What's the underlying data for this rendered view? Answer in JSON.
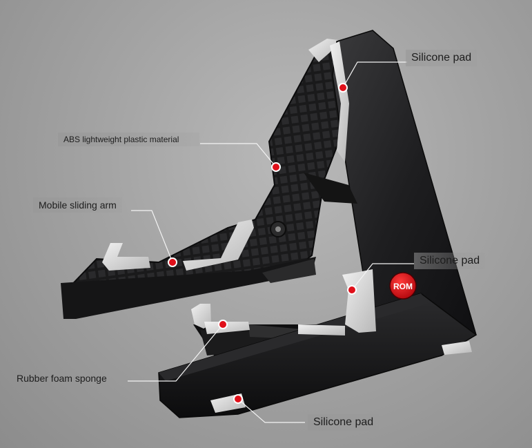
{
  "image": {
    "subject": "folding guitar stand",
    "colors": {
      "background": "#a6a6a6",
      "stand_body": "#1c1c1e",
      "pad": "#d9d9d9",
      "marker": "#e0101a",
      "leader": "#f4f4f4"
    }
  },
  "callouts": [
    {
      "id": "silicone-pad-top",
      "text": "Silicone pad"
    },
    {
      "id": "abs-material",
      "text": "ABS lightweight plastic material"
    },
    {
      "id": "sliding-arm",
      "text": "Mobile sliding arm"
    },
    {
      "id": "silicone-pad-mid",
      "text": "Silicone pad"
    },
    {
      "id": "foam-sponge",
      "text": "Rubber foam sponge"
    },
    {
      "id": "silicone-pad-bottom",
      "text": "Silicone pad"
    }
  ],
  "logo": {
    "text": "ROM"
  }
}
